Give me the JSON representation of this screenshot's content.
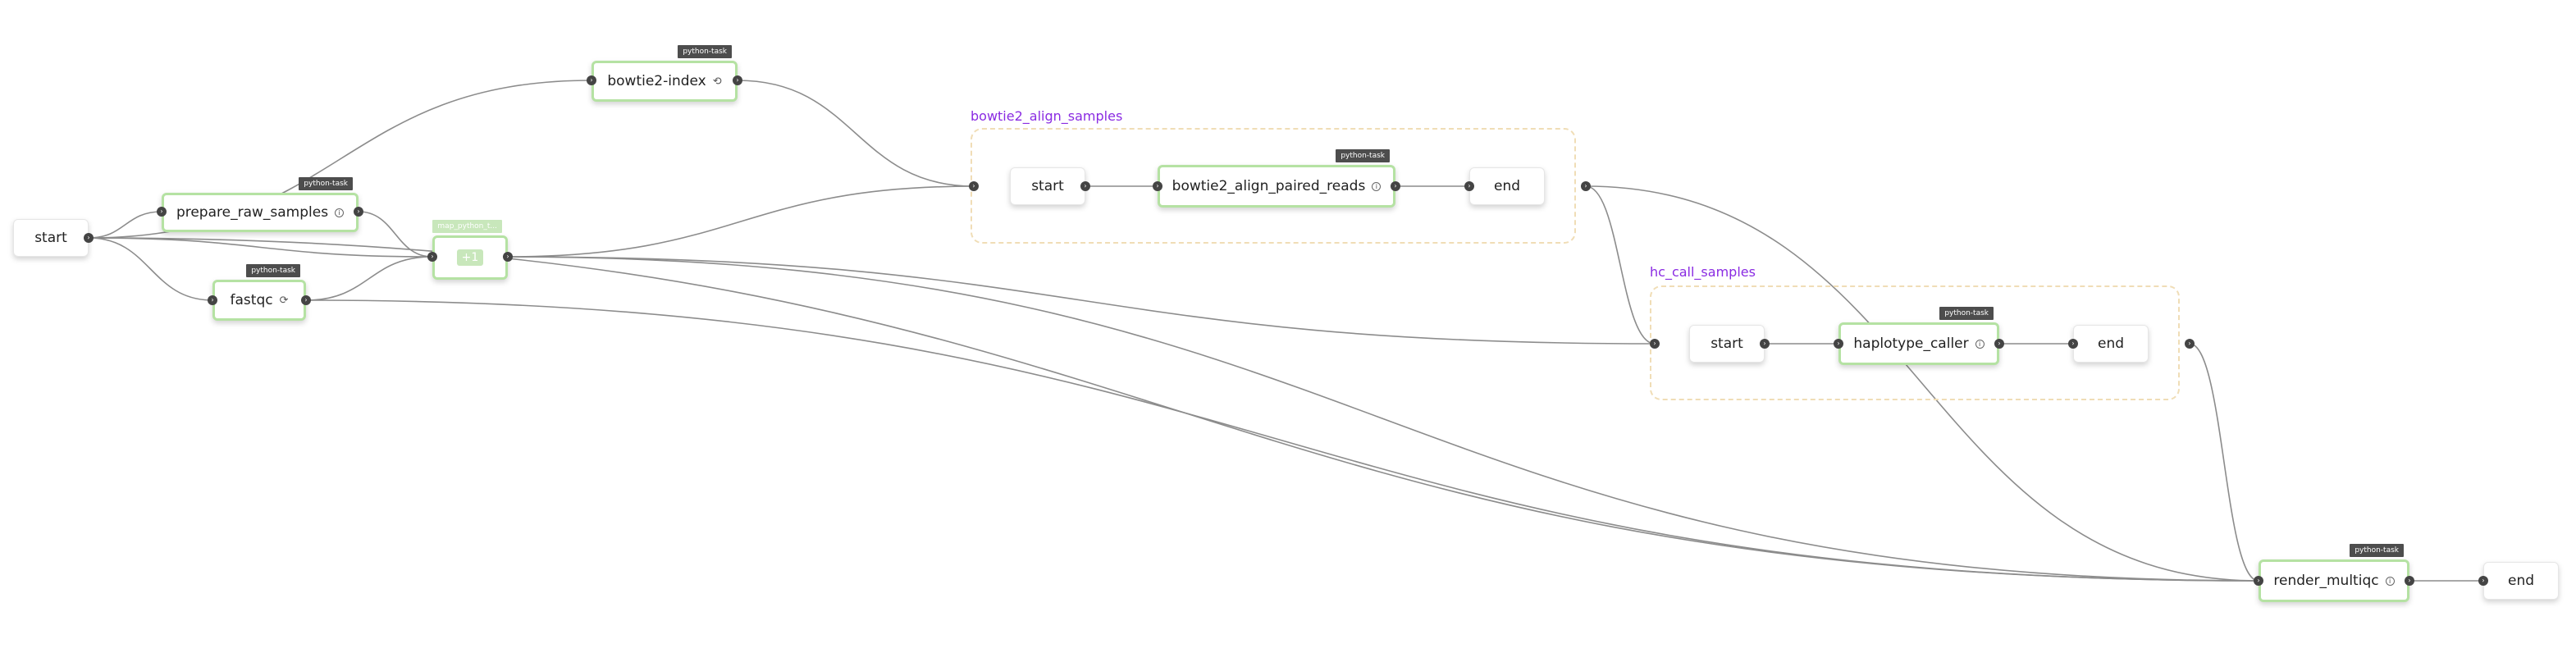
{
  "groups": {
    "align": {
      "title": "bowtie2_align_samples"
    },
    "call": {
      "title": "hc_call_samples"
    }
  },
  "nodes": {
    "start_main": "start",
    "prepare": "prepare_raw_samples",
    "index": "bowtie2-index",
    "fastqc": "fastqc",
    "map_node": "+1",
    "align_start": "start",
    "align_reads": "bowtie2_align_paired_reads",
    "align_end": "end",
    "call_start": "start",
    "haplotype": "haplotype_caller",
    "call_end": "end",
    "multiqc": "render_multiqc",
    "end_main": "end"
  },
  "tags": {
    "python_task": "python-task",
    "map_task": "map_python_t..."
  },
  "icons": {
    "info": "info-icon",
    "cache": "cache-icon",
    "spinner": "spinner-icon",
    "port": "chevron-right-icon"
  },
  "colors": {
    "task_border": "#b5e2a3",
    "group_border": "#f0ddb6",
    "group_title": "#8a2be2",
    "edge": "#8c8c8c",
    "port": "#444444"
  }
}
